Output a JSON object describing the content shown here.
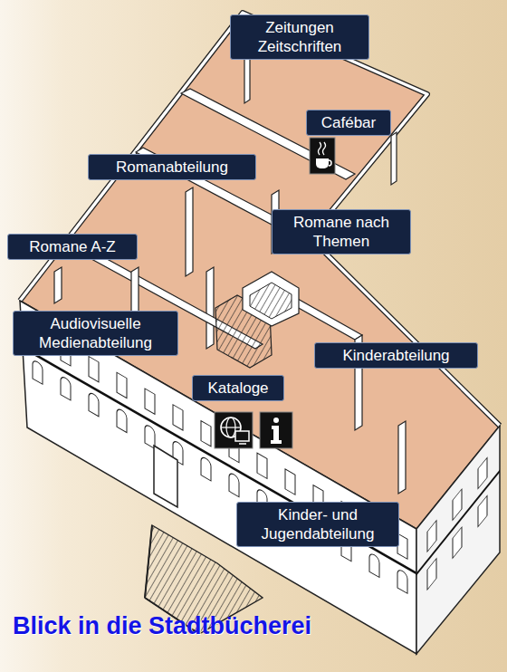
{
  "diagram": {
    "title": "Blick in die Stadtbücherei",
    "nodes": [
      {
        "text": [
          "Zeitungen Zeitschriften"
        ]
      },
      {
        "text": [
          "Cafébar"
        ]
      },
      {
        "text": [
          "Romanabteilung"
        ]
      },
      {
        "text": [
          "Romane A-Z"
        ]
      },
      {
        "text": [
          "Romane nach Themen"
        ]
      },
      {
        "text": [
          "Audiovisuelle Medienabteilung"
        ]
      },
      {
        "text": [
          "Kinderabteilung"
        ]
      },
      {
        "text": [
          "Kataloge"
        ]
      },
      {
        "text": [
          "Kinder- und Jugendabteilung"
        ]
      }
    ]
  }
}
